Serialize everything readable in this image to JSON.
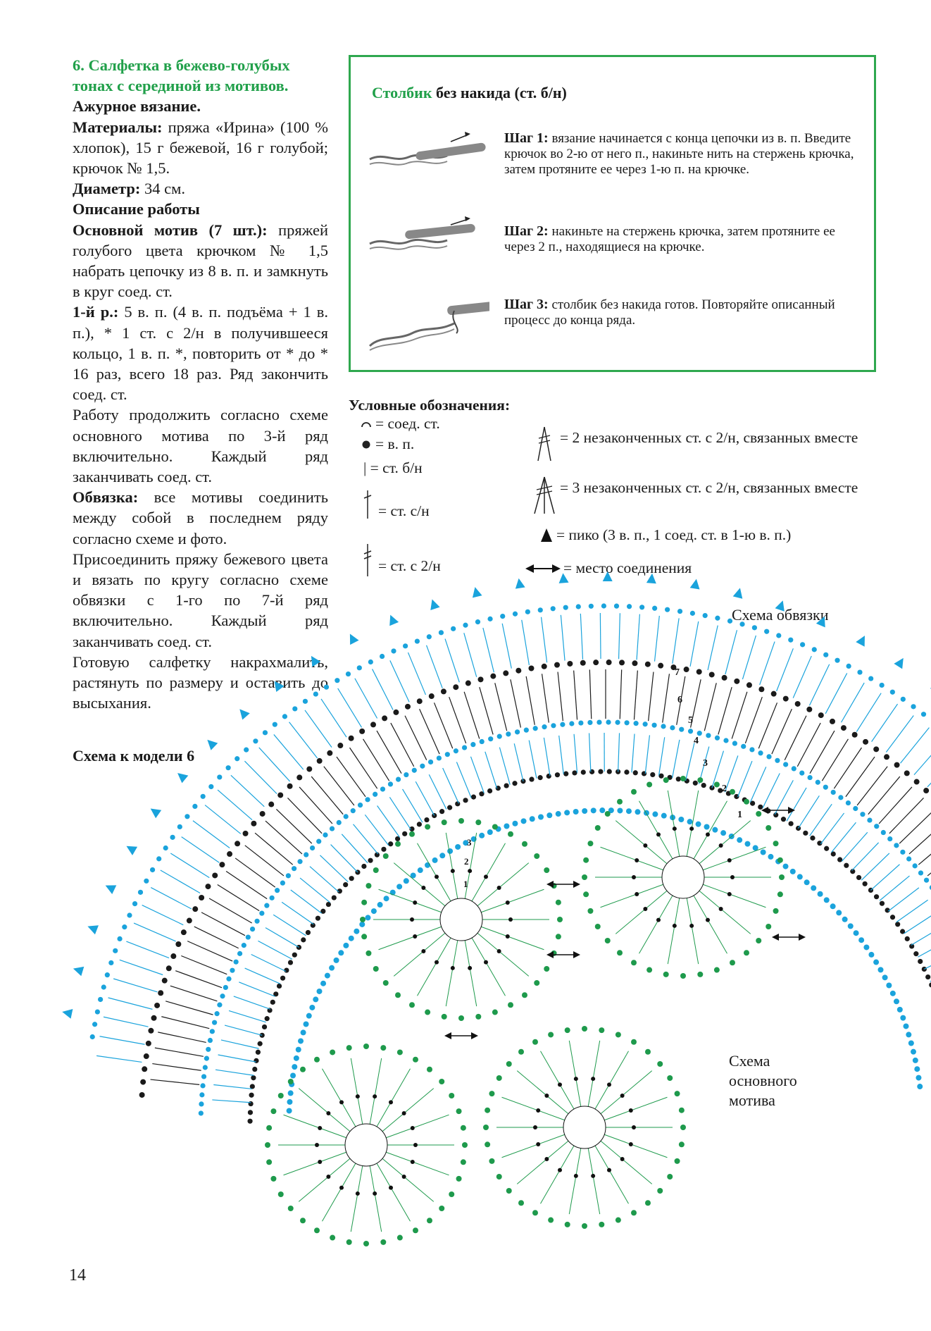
{
  "article": {
    "title": "6. Салфетка в бежево-голубых тонах с серединой из мотивов.",
    "technique": "Ажурное вязание.",
    "materials_label": "Материалы:",
    "materials_text": " пряжа «Ирина» (100 % хлопок), 15 г бежевой, 16 г голубой; крючок № 1,5.",
    "diameter_label": "Диаметр:",
    "diameter_text": " 34 см.",
    "description_heading": "Описание работы",
    "motif_label": "Основной мотив (7 шт.):",
    "motif_text": " пряжей голубого цвета крючком № 1,5 набрать цепочку из 8 в. п. и замкнуть в круг соед. ст.",
    "row1_label": "1-й р.:",
    "row1_text": " 5 в. п. (4 в. п. подъёма + 1 в. п.), * 1 ст. с 2/н в получившееся кольцо, 1 в. п. *, повторить от * до * 16 раз, всего 18 раз. Ряд закончить соед. ст.",
    "continue_text": "Работу продолжить согласно схеме основного мотива по 3-й ряд включительно. Каждый ряд заканчивать соед. ст.",
    "edging_label": "Обвязка:",
    "edging_text": " все мотивы соединить между собой в последнем ряду согласно схеме и фото.",
    "attach_text": "Присоединить пряжу бежевого цвета и вязать по кругу согласно схеме обвязки с 1-го по 7-й ряд включительно. Каждый ряд заканчивать соед. ст.",
    "finish_text": "Готовую салфетку накрахмалить, растянуть по размеру и оставить до высыхания."
  },
  "tutorial": {
    "title_green": "Столбик",
    "title_rest": " без накида (ст. б/н)",
    "steps": [
      {
        "label": "Шаг 1:",
        "text": " вязание начинается с конца цепочки из в. п. Введите крючок во 2-ю от него п., накиньте нить на стержень крючка, затем протяните ее через 1-ю п. на крючке."
      },
      {
        "label": "Шаг 2:",
        "text": " накиньте на стержень крючка, затем протяните ее через 2 п., находящиеся на крючке."
      },
      {
        "label": "Шаг 3:",
        "text": " столбик без накида готов. Повторяйте описанный процесс до конца ряда."
      }
    ]
  },
  "legend": {
    "title": "Условные обозначения:",
    "items": [
      {
        "icon": "slip-stitch-icon",
        "text": "= соед. ст."
      },
      {
        "icon": "chain-dot-icon",
        "text": "= в. п."
      },
      {
        "icon": "single-crochet-icon",
        "text": "| = ст. б/н"
      },
      {
        "icon": "half-double-icon",
        "text": "= ст. с/н"
      },
      {
        "icon": "double-crochet-icon",
        "text": "= ст. с 2/н"
      },
      {
        "icon": "two-together-icon",
        "text": "= 2 незаконченных ст. с 2/н, связанных вместе"
      },
      {
        "icon": "three-together-icon",
        "text": "= 3 незаконченных ст. с 2/н, связанных вместе"
      },
      {
        "icon": "picot-icon",
        "text": "= пико (3 в. п., 1 соед. ст. в 1-ю в. п.)"
      },
      {
        "icon": "join-arrow-icon",
        "text": "= место соединения"
      }
    ]
  },
  "labels": {
    "edging_scheme": "Схема обвязки",
    "model_scheme": "Схема к модели 6",
    "motif_scheme": "Схема основного мотива",
    "row_numbers": [
      "1",
      "2",
      "3",
      "4",
      "5",
      "6",
      "7"
    ],
    "motif_row_numbers": [
      "1",
      "2",
      "3"
    ]
  },
  "colors": {
    "green": "#21a04a",
    "blue": "#1aa3dc",
    "black": "#1a1a1a",
    "motif_green": "#1e9a4c"
  },
  "page_number": "14"
}
